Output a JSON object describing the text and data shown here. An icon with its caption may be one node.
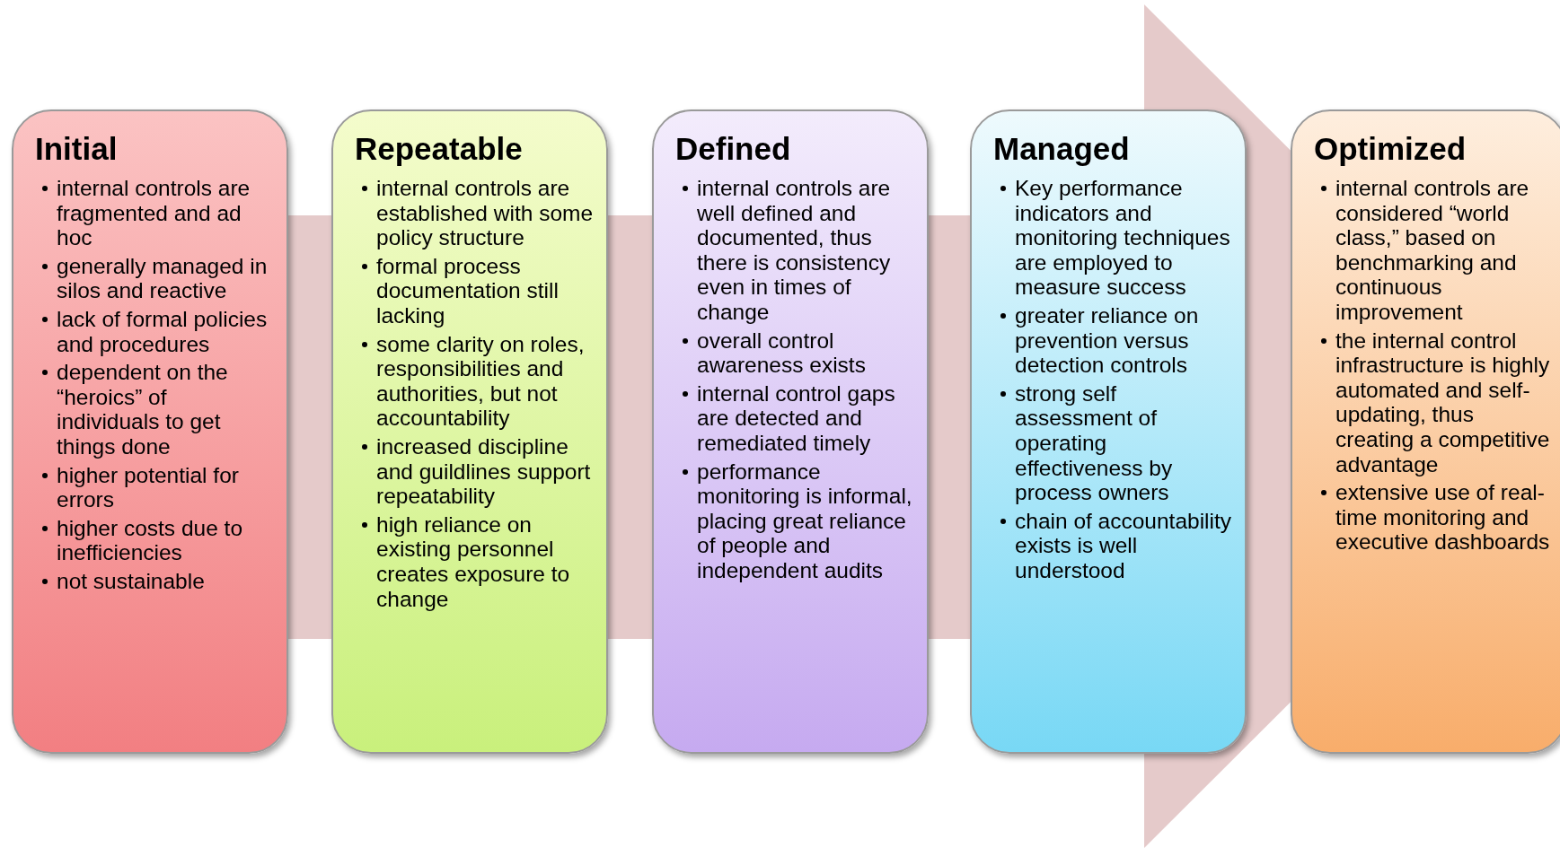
{
  "diagram": {
    "nodes": [
      {
        "text": [
          "Initial",
          "internal controls are fragmented and ad hoc",
          "generally managed in silos and reactive",
          "lack of formal policies and procedures",
          "dependent on the “heroics” of individuals to get things done",
          "higher potential for errors",
          "higher costs due to inefficiencies",
          "not sustainable"
        ]
      },
      {
        "text": [
          "Repeatable",
          "internal controls are established with some policy structure",
          "formal process documentation still lacking",
          "some clarity on roles, responsibilities and authorities, but not accountability",
          "increased discipline and guildlines support repeatability",
          "high reliance on existing personnel creates exposure to change"
        ]
      },
      {
        "text": [
          "Defined",
          "internal controls are well defined and documented, thus there is consistency even in times of change",
          "overall control awareness exists",
          "internal control gaps are detected and remediated timely",
          "performance monitoring is informal, placing great reliance of people and independent audits"
        ]
      },
      {
        "text": [
          "Managed",
          "Key performance indicators and monitoring techniques are employed to measure success",
          "greater reliance on prevention versus detection controls",
          "strong self assessment of operating effectiveness by process owners",
          "chain of accountability exists is well understood"
        ]
      },
      {
        "text": [
          "Optimized",
          "internal controls are considered “world class,” based on benchmarking and continuous improvement",
          "the internal control infrastructure is highly automated and self-updating, thus creating a competitive advantage",
          "extensive use of real-time monitoring and executive dashboards"
        ]
      }
    ],
    "edges": [
      {
        "from": 0,
        "to": 4,
        "arrow": "to"
      }
    ]
  }
}
